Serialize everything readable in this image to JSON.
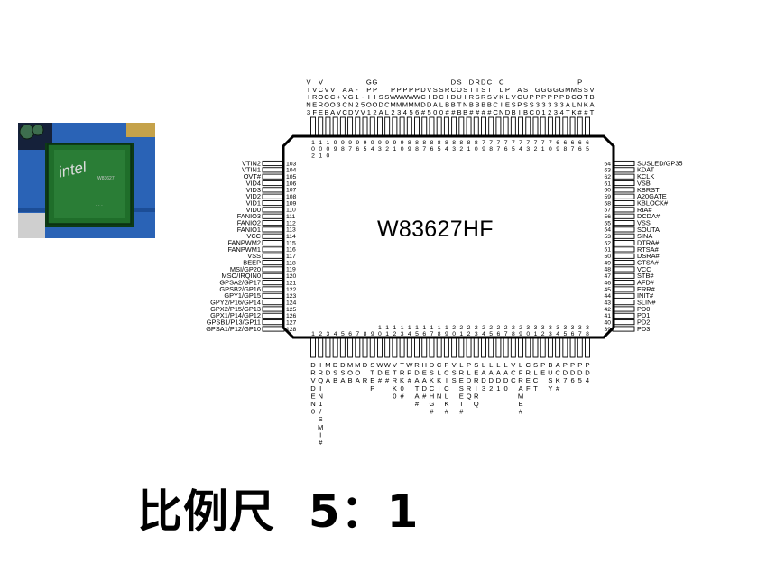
{
  "chip": {
    "title": "W83627HF",
    "caption": "比例尺  5：1"
  },
  "photo": {
    "logo_text": "intel",
    "board_color": "#2a63b6",
    "chip_color": "#1f6e2a",
    "marking_text": "W83627"
  },
  "pins": {
    "left": [
      {
        "name": "VTIN2",
        "num": "103"
      },
      {
        "name": "VTIN1",
        "num": "104"
      },
      {
        "name": "OVT#",
        "num": "105"
      },
      {
        "name": "VID4",
        "num": "106"
      },
      {
        "name": "VID3",
        "num": "107"
      },
      {
        "name": "VID2",
        "num": "108"
      },
      {
        "name": "VID1",
        "num": "109"
      },
      {
        "name": "VID0",
        "num": "110"
      },
      {
        "name": "FANIO3",
        "num": "111"
      },
      {
        "name": "FANIO2",
        "num": "112"
      },
      {
        "name": "FANIO1",
        "num": "113"
      },
      {
        "name": "VCC",
        "num": "114"
      },
      {
        "name": "FANPWM2",
        "num": "115"
      },
      {
        "name": "FANPWM1",
        "num": "116"
      },
      {
        "name": "VSS",
        "num": "117"
      },
      {
        "name": "BEEP",
        "num": "118"
      },
      {
        "name": "MSI/GP20",
        "num": "119"
      },
      {
        "name": "MSO/IRQIN0",
        "num": "120"
      },
      {
        "name": "GPSA2/GP17",
        "num": "121"
      },
      {
        "name": "GPSB2/GP16",
        "num": "122"
      },
      {
        "name": "GPY1/GP15",
        "num": "123"
      },
      {
        "name": "GPY2/P16/GP14",
        "num": "124"
      },
      {
        "name": "GPX2/P15/GP13",
        "num": "125"
      },
      {
        "name": "GPX1/P14/GP12",
        "num": "126"
      },
      {
        "name": "GPSB1/P13/GP11",
        "num": "127"
      },
      {
        "name": "GPSA1/P12/GP10",
        "num": "128"
      }
    ],
    "right": [
      {
        "name": "SUSLED/GP35",
        "num": "64"
      },
      {
        "name": "KDAT",
        "num": "63"
      },
      {
        "name": "KCLK",
        "num": "62"
      },
      {
        "name": "VSB",
        "num": "61"
      },
      {
        "name": "KBRST",
        "num": "60"
      },
      {
        "name": "A20GATE",
        "num": "59"
      },
      {
        "name": "KBLOCK#",
        "num": "58"
      },
      {
        "name": "RIA#",
        "num": "57"
      },
      {
        "name": "DCDA#",
        "num": "56"
      },
      {
        "name": "VSS",
        "num": "55"
      },
      {
        "name": "SOUTA",
        "num": "54"
      },
      {
        "name": "SINA",
        "num": "53"
      },
      {
        "name": "DTRA#",
        "num": "52"
      },
      {
        "name": "RTSA#",
        "num": "51"
      },
      {
        "name": "DSRA#",
        "num": "50"
      },
      {
        "name": "CTSA#",
        "num": "49"
      },
      {
        "name": "VCC",
        "num": "48"
      },
      {
        "name": "STB#",
        "num": "47"
      },
      {
        "name": "AFD#",
        "num": "46"
      },
      {
        "name": "ERR#",
        "num": "45"
      },
      {
        "name": "INIT#",
        "num": "44"
      },
      {
        "name": "SLIN#",
        "num": "43"
      },
      {
        "name": "PD0",
        "num": "42"
      },
      {
        "name": "PD1",
        "num": "41"
      },
      {
        "name": "PD2",
        "num": "40"
      },
      {
        "name": "PD3",
        "num": "39"
      }
    ],
    "top_names": [
      "VTIN3",
      "VREF",
      "VCORE",
      "VCOB",
      "VCOA",
      "+3V",
      "AVCC",
      "AGND",
      "-12V",
      "-5V",
      "GPIO1",
      "GPIO2",
      "SDA",
      "SCL",
      "PWM2",
      "PWM3",
      "PWM4",
      "PWM5",
      "PWM6",
      "DCD#",
      "VID5",
      "SDA0",
      "SCL0",
      "RIB#",
      "DCDB#",
      "SOUTB",
      "SINB",
      "DTRB#",
      "RTSB#",
      "DSRB#",
      "CTSB#",
      "VCC",
      "CLKIN",
      "PLED",
      "VSB",
      "ACPI",
      "SUSB",
      "PSC",
      "GP30",
      "GP31",
      "GP32",
      "GP33",
      "GP34",
      "MDAT",
      "MCLK",
      "PSON#",
      "STK#",
      "VBAT"
    ],
    "top_nums": [
      "102",
      "101",
      "100",
      "99",
      "98",
      "97",
      "96",
      "95",
      "94",
      "93",
      "92",
      "91",
      "90",
      "89",
      "88",
      "87",
      "86",
      "85",
      "84",
      "83",
      "82",
      "81",
      "80",
      "79",
      "78",
      "77",
      "76",
      "75",
      "74",
      "73",
      "72",
      "71",
      "70",
      "69",
      "68",
      "67",
      "66",
      "65"
    ],
    "bottom_names": [
      "DRVDEN0",
      "IRQIN1/SMI#",
      "MDA",
      "DSB",
      "DSA",
      "MOB",
      "MOA",
      "DIR",
      "STEP",
      "WD#",
      "WE#",
      "VTRK0",
      "TRK0#",
      "WP#",
      "RDATA#",
      "HEAD#",
      "DSKCHG#",
      "CLKIN",
      "PCICLK#",
      "VSS",
      "LRESET#",
      "PLDRQ",
      "SERIRQ",
      "LAD3",
      "LAD2",
      "LAD1",
      "LAD0",
      "VCC",
      "LFRAME#",
      "CREF",
      "SLCT",
      "PE",
      "BUSY",
      "ACK#",
      "PD7",
      "PD6",
      "PD5",
      "PD4"
    ],
    "bottom_nums": [
      "1",
      "2",
      "3",
      "4",
      "5",
      "6",
      "7",
      "8",
      "9",
      "10",
      "11",
      "12",
      "13",
      "14",
      "15",
      "16",
      "17",
      "18",
      "19",
      "20",
      "21",
      "22",
      "23",
      "24",
      "25",
      "26",
      "27",
      "28",
      "29",
      "30",
      "31",
      "32",
      "33",
      "34",
      "35",
      "36",
      "37",
      "38"
    ]
  }
}
